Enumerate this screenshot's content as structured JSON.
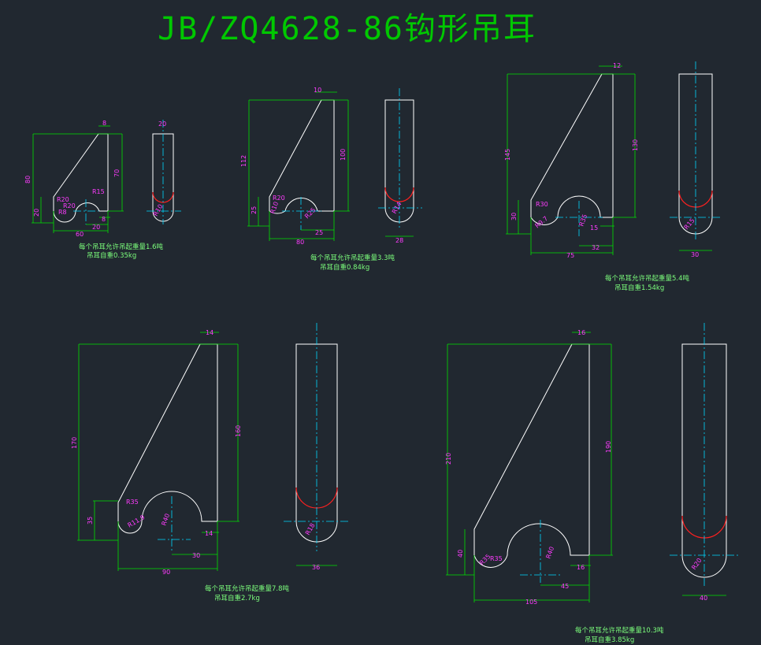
{
  "title": "JB/ZQ4628-86钩形吊耳",
  "lugs": [
    {
      "id": "lug1",
      "dims": {
        "h_total": "80",
        "h_side": "70",
        "top_w": "8",
        "h_base": "20",
        "r1": "R20",
        "r2": "R15",
        "r3": "R20",
        "r4": "R8",
        "w_total": "60",
        "w_right": "20",
        "w_end": "8",
        "side_w": "20",
        "side_r": "R10"
      },
      "notes": [
        "每个吊耳允许吊起重量1.6吨",
        "吊耳自重0.35kg"
      ]
    },
    {
      "id": "lug2",
      "dims": {
        "h_total": "112",
        "h_side": "100",
        "top_w": "10",
        "h_base": "25",
        "r1": "R20",
        "r2": "R10",
        "r3": "R25",
        "w_total": "80",
        "w_right": "25",
        "side_w": "28",
        "side_r": "R14"
      },
      "notes": [
        "每个吊耳允许吊起重量3.3吨",
        "吊耳自重0.84kg"
      ]
    },
    {
      "id": "lug3",
      "dims": {
        "h_total": "145",
        "h_side": "130",
        "top_w": "12",
        "h_base": "30",
        "r1": "R30",
        "r2": "R9.7",
        "r3": "R35",
        "w_total": "75",
        "w_right": "32",
        "w_end": "15",
        "side_w": "30",
        "side_r": "R15"
      },
      "notes": [
        "每个吊耳允许吊起重量5.4吨",
        "吊耳自重1.54kg"
      ]
    },
    {
      "id": "lug4",
      "dims": {
        "h_total": "170",
        "h_side": "160",
        "top_w": "14",
        "h_base": "35",
        "r1": "R35",
        "r2": "R11.9",
        "r3": "R40",
        "w_total": "90",
        "w_right": "30",
        "w_end": "14",
        "side_w": "36",
        "side_r": "R18"
      },
      "notes": [
        "每个吊耳允许吊起重量7.8吨",
        "吊耳自重2.7kg"
      ]
    },
    {
      "id": "lug5",
      "dims": {
        "h_total": "210",
        "h_side": "190",
        "top_w": "16",
        "h_base": "40",
        "r1": "R35",
        "r2": "R40",
        "r3": "R35",
        "w_total": "105",
        "w_right": "45",
        "w_end": "16",
        "side_w": "40",
        "side_r": "R20"
      },
      "notes": [
        "每个吊耳允许吊起重量10.3吨",
        "吊耳自重3.85kg"
      ]
    }
  ]
}
